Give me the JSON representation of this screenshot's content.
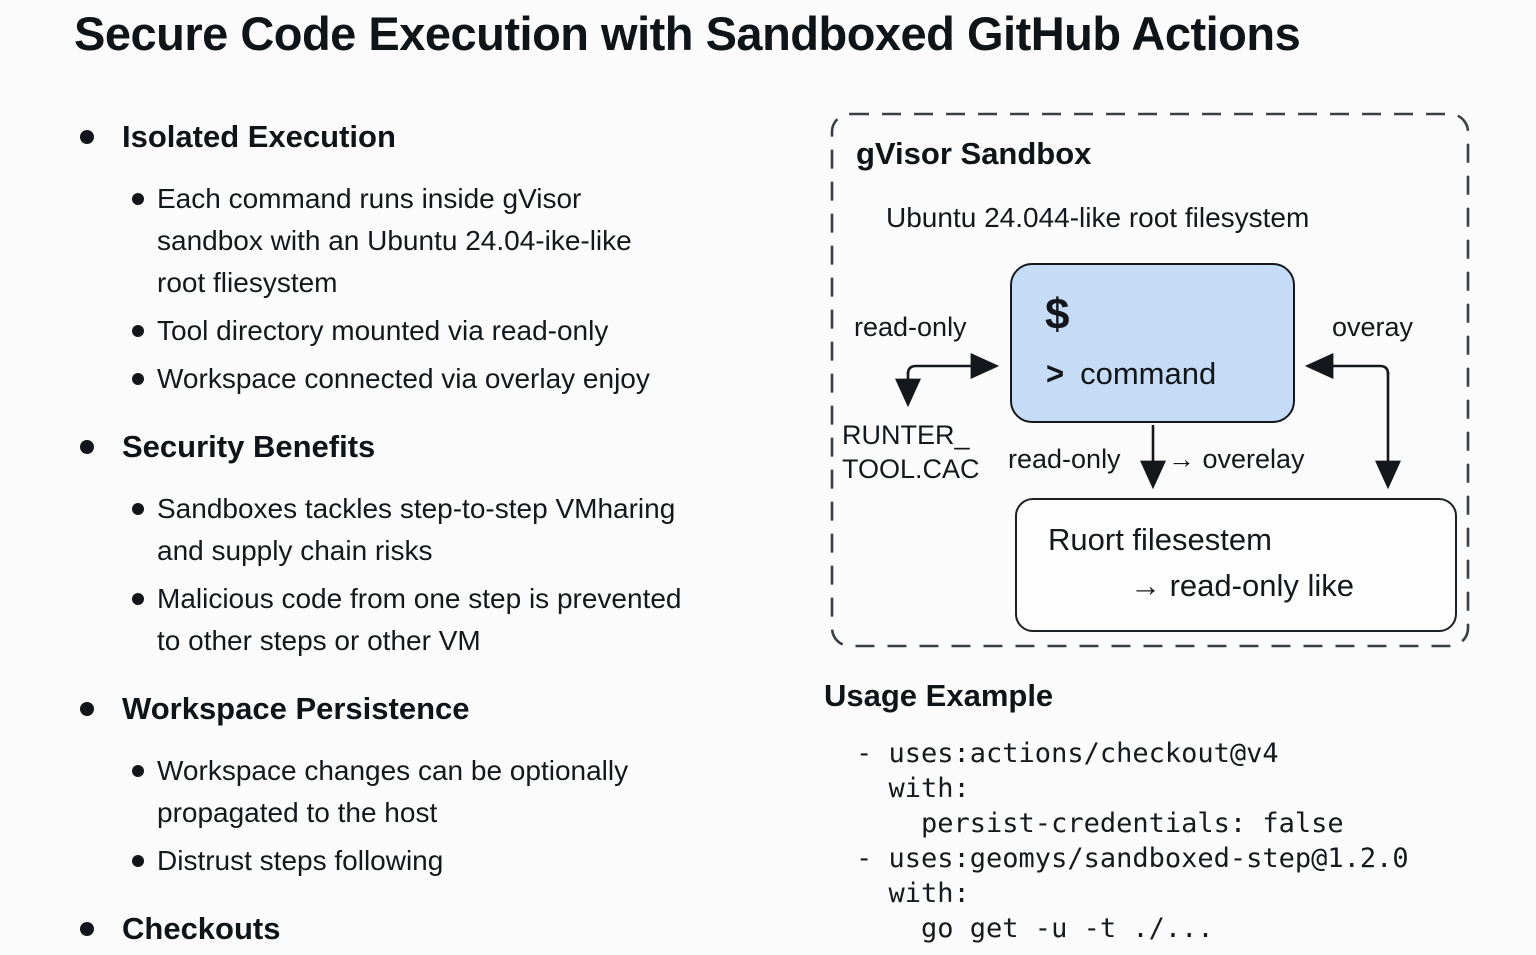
{
  "title": "Secure Code Execution with Sandboxed GitHub Actions",
  "bullets": [
    {
      "heading": "Isolated Execution",
      "items": [
        "Each command runs inside gVisor\nsandbox with an Ubuntu 24.04-ike-like\nroot fliesystem",
        "Tool directory mounted via read-only",
        "Workspace connected via overlay enjoy"
      ]
    },
    {
      "heading": "Security Benefits",
      "items": [
        "Sandboxes tackles step-to-step VMharing\nand supply chain risks",
        "Malicious code from one step is prevented\nto other steps or other VM"
      ]
    },
    {
      "heading": "Workspace Persistence",
      "items": [
        "Workspace changes can be optionally\npropagated to the host",
        "Distrust steps following"
      ]
    },
    {
      "heading": "Checkouts",
      "items": []
    }
  ],
  "diagram": {
    "title": "gVisor Sandbox",
    "subtitle": "Ubuntu 24.044-like root filesystem",
    "command_box": {
      "prompt": "$",
      "chevron": ">",
      "command": "command"
    },
    "labels": {
      "left_arrow": "read-only",
      "left_cache": "RUNTER_\nTOOL.CAC",
      "right_arrow": "overay",
      "center_left": "read-only",
      "center_right": "→ overelay"
    },
    "bottom_box": {
      "line1": "Ruort filesestem",
      "line2": "→ read-only like"
    },
    "colors": {
      "command_box_fill": "#c6dcf6",
      "stroke": "#14181d"
    }
  },
  "usage": {
    "heading": "Usage Example",
    "code_lines": [
      "- uses:actions/checkout@v4",
      "  with:",
      "    persist-credentials: false",
      "- uses:geomys/sandboxed-step@1.2.0",
      "  with:",
      "    go get -u -t ./..."
    ]
  }
}
